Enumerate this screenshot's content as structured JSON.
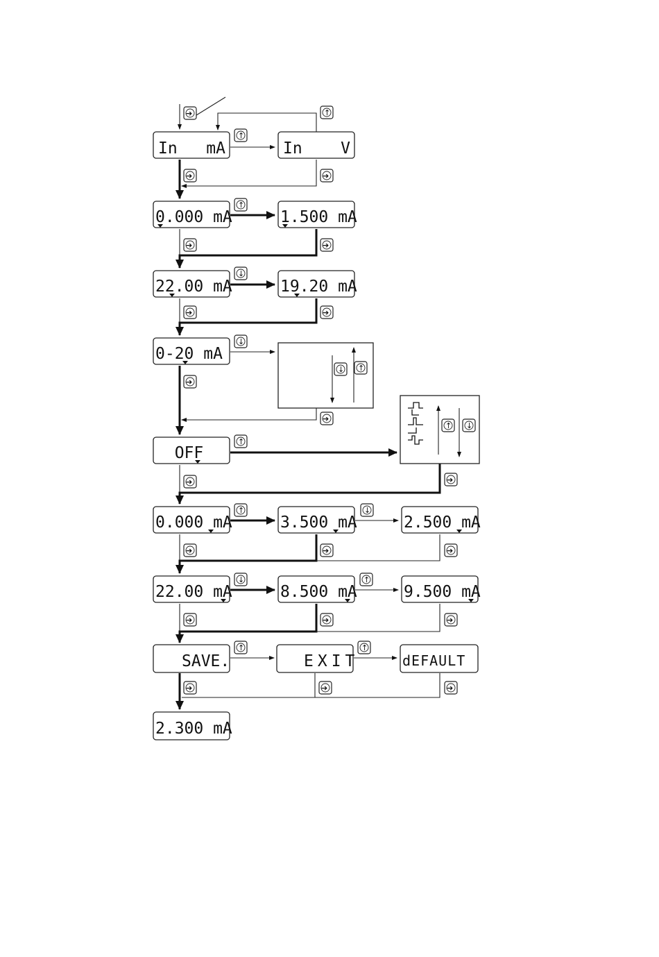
{
  "displays": {
    "in_ma": "In   mA",
    "in_v": "In    V",
    "zero_ma_1": "0.000 mA",
    "p1500_ma": "1.500 mA",
    "p2200_ma_1": "22.00 mA",
    "p1920_ma": "19.20 mA",
    "range_ma": "0-20 mA",
    "off": "  OFF",
    "zero_ma_2": "0.000 mA",
    "p3500_ma": "3.500 mA",
    "p2500_ma": "2.500 mA",
    "p2200_ma_2": "22.00 mA",
    "p8500_ma": "8.500 mA",
    "p9500_ma": "9.500 mA",
    "save": "SAVE.",
    "exit": "EXIT",
    "default": "dEFAULT",
    "final": "2.300 mA"
  },
  "buttons": {
    "enter": "enter-button",
    "up": "up-button",
    "down": "down-button"
  },
  "colors": {
    "line": "#111111",
    "background": "#ffffff"
  }
}
